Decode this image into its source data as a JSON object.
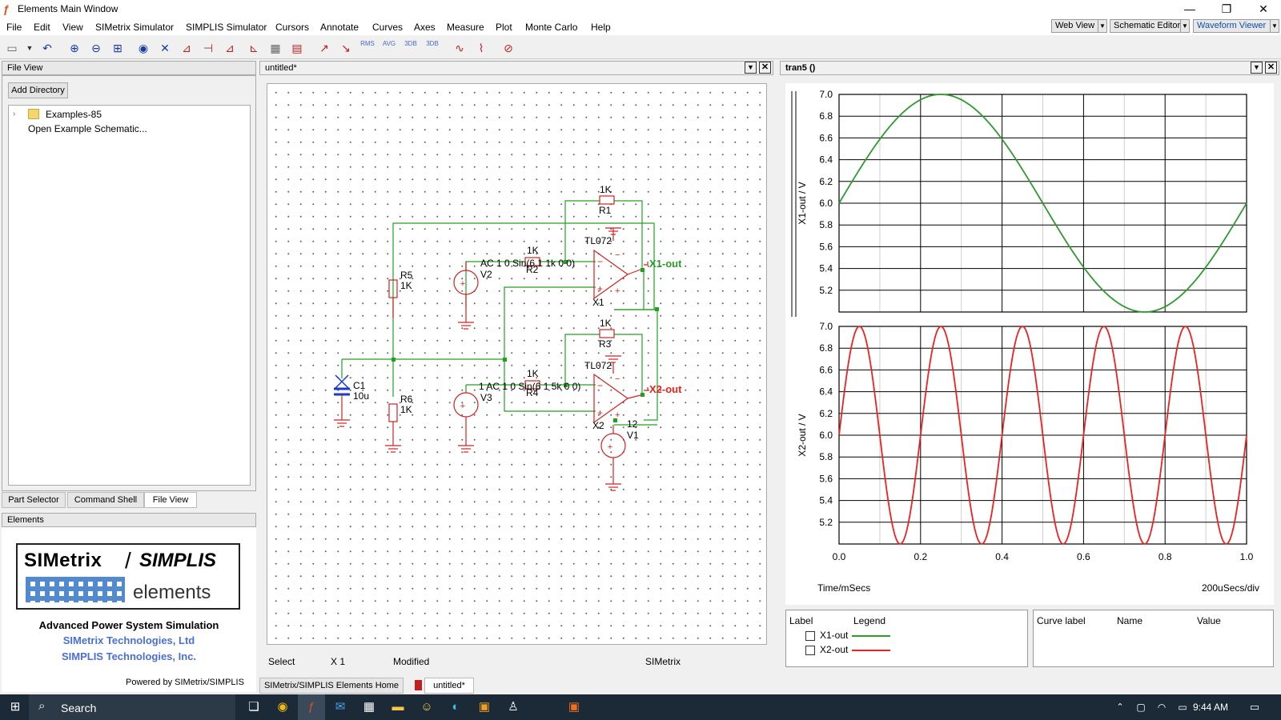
{
  "window": {
    "title": "Elements Main Window",
    "minimize": "—",
    "maximize": "❐",
    "close": "✕"
  },
  "menus": [
    "File",
    "Edit",
    "View",
    "SIMetrix Simulator",
    "SIMPLIS Simulator",
    "Cursors",
    "Annotate",
    "Curves",
    "Axes",
    "Measure",
    "Plot",
    "Monte Carlo",
    "Help"
  ],
  "views": {
    "web": "Web View",
    "schem": "Schematic Editor",
    "wave": "Waveform Viewer"
  },
  "toolbar_badges": [
    "RMS",
    "AVG",
    "3DB",
    "3DB"
  ],
  "fileview": {
    "title": "File View",
    "add_dir": "Add Directory",
    "tree": [
      "Examples-85",
      "Open Example Schematic..."
    ]
  },
  "left_tabs": [
    "Part Selector",
    "Command Shell",
    "File View"
  ],
  "elements": {
    "title": "Elements",
    "logo_left": "SIMetrix",
    "logo_sep": "/",
    "logo_right": "SIMPLIS",
    "logo_sub": "elements",
    "tagline": "Advanced Power System Simulation",
    "co1": "SIMetrix Technologies, Ltd",
    "co2": "SIMPLIS Technologies, Inc.",
    "powered": "Powered by SIMetrix/SIMPLIS"
  },
  "schematic": {
    "tab": "untitled*",
    "status": {
      "mode": "Select",
      "zoom": "X 1",
      "modified": "Modified",
      "sim": "SIMetrix"
    },
    "labels": {
      "r1v": "1K",
      "r1": "R1",
      "r2v": "1K",
      "r2": "R2",
      "r3v": "1K",
      "r3": "R3",
      "r4v": "1K",
      "r4": "R4",
      "r5": "R5",
      "r5v": "1K",
      "r6": "R6",
      "r6v": "1K",
      "c1": "C1",
      "c1v": "10u",
      "v2": "V2",
      "v2src": "AC 1 0 Sin(6 1 1k 0 0)",
      "v3": "V3",
      "v3src": "1 AC 1 0 Sin(6 1 5k 0 0)",
      "v1": "V1",
      "v1v": "12",
      "x1": "X1",
      "x1part": "TL072",
      "x2": "X2",
      "x2part": "TL072",
      "out1": "X1-out",
      "out2": "X2-out"
    }
  },
  "bottom_tabs": [
    "SIMetrix/SIMPLIS Elements Home",
    "untitled*"
  ],
  "waveform": {
    "title": "tran5 ()",
    "xlabel": "Time/mSecs",
    "xdiv": "200uSecs/div",
    "legend": {
      "col_label": "Label",
      "col_legend": "Legend",
      "items": [
        {
          "label": "X1-out",
          "color": "#2e9a2e"
        },
        {
          "label": "X2-out",
          "color": "#ee2020"
        }
      ]
    },
    "curve_table": {
      "cols": [
        "Curve label",
        "Name",
        "Value"
      ]
    }
  },
  "chart_data": [
    {
      "type": "line",
      "ylabel": "X1-out / V",
      "ylim": [
        5.0,
        7.0
      ],
      "yticks": [
        "7.0",
        "6.8",
        "6.6",
        "6.4",
        "6.2",
        "6.0",
        "5.8",
        "5.6",
        "5.4",
        "5.2"
      ],
      "xticks": [
        "0.0",
        "0.2",
        "0.4",
        "0.6",
        "0.8",
        "1.0"
      ],
      "xlim": [
        0,
        1
      ],
      "grid": true,
      "series": [
        {
          "name": "X1-out",
          "color": "#2e9a2e",
          "function": "sine",
          "offset": 6,
          "amplitude": 1,
          "frequency_khz": 1
        }
      ]
    },
    {
      "type": "line",
      "ylabel": "X2-out / V",
      "ylim": [
        5.0,
        7.0
      ],
      "yticks": [
        "7.0",
        "6.8",
        "6.6",
        "6.4",
        "6.2",
        "6.0",
        "5.8",
        "5.6",
        "5.4",
        "5.2"
      ],
      "xticks": [
        "0.0",
        "0.2",
        "0.4",
        "0.6",
        "0.8",
        "1.0"
      ],
      "xlim": [
        0,
        1
      ],
      "grid": true,
      "series": [
        {
          "name": "X2-out",
          "color": "#ee2020",
          "function": "sine",
          "offset": 6,
          "amplitude": 1,
          "frequency_khz": 5
        }
      ]
    }
  ],
  "taskbar": {
    "search": "Search",
    "time": "9:44 AM"
  }
}
